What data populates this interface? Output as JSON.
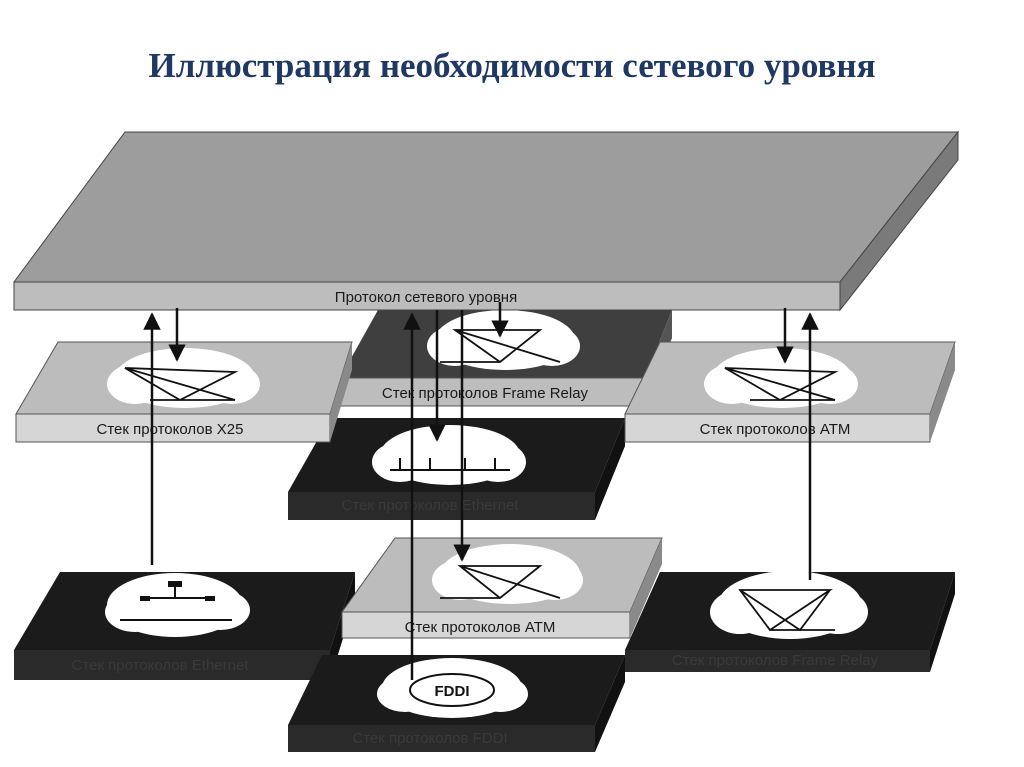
{
  "title": "Иллюстрация необходимости сетевого уровня",
  "top_layer": {
    "label": "Протокол сетевого уровня"
  },
  "stacks": [
    {
      "id": "x25",
      "label": "Стек протоколов X25",
      "tone": "light"
    },
    {
      "id": "frame-relay-top",
      "label": "Стек протоколов Frame Relay",
      "tone": "dark"
    },
    {
      "id": "atm-top",
      "label": "Стек протоколов АТМ",
      "tone": "light"
    },
    {
      "id": "ethernet-mid",
      "label": "Стек протоколов Ethernet",
      "tone": "black"
    },
    {
      "id": "ethernet-bottom",
      "label": "Стек протоколов Ethernet",
      "tone": "black"
    },
    {
      "id": "atm-bottom",
      "label": "Стек протоколов АТМ",
      "tone": "light"
    },
    {
      "id": "frame-relay-bottom",
      "label": "Стек протоколов Frame Relay",
      "tone": "black"
    },
    {
      "id": "fddi",
      "label": "Стек протоколов FDDI",
      "tone": "black"
    }
  ],
  "fddi_ring_label": "FDDI",
  "colors": {
    "title": "#1f3864",
    "top_face": "#9d9d9d",
    "top_front": "#bdbdbd",
    "light_face": "#bcbcbc",
    "light_front": "#d6d6d6",
    "dark_face": "#3f3f3f",
    "dark_front": "#bdbdbd",
    "black_face": "#1b1b1b",
    "black_front": "#2a2a2a",
    "arrow": "#111111"
  }
}
